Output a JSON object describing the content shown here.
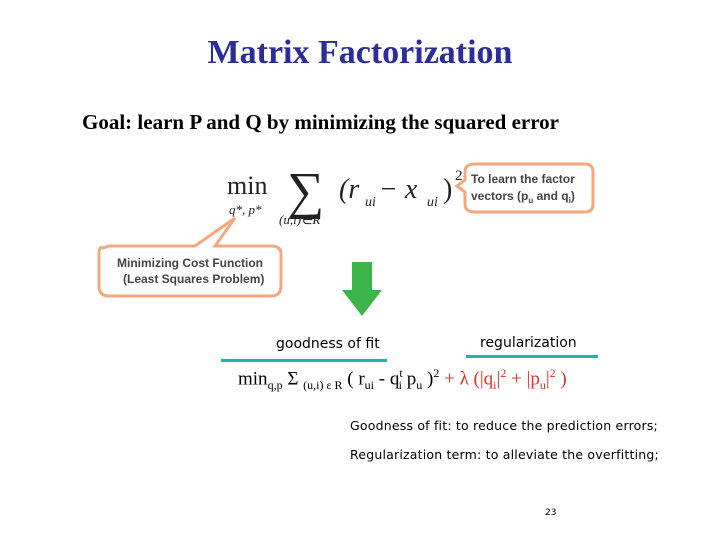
{
  "slide": {
    "title": "Matrix Factorization",
    "goal": "Goal: learn P and Q by minimizing the squared error",
    "formula": {
      "min": "min",
      "under_min": "q*, p*",
      "sigma": "∑",
      "sum_index": "(u,i)∈R",
      "body": "(r",
      "r_sub": "ui",
      "minus": " − x",
      "x_sub": "ui",
      "close": ")",
      "exp": "2"
    },
    "callout_right": {
      "line1": "To learn the factor",
      "line2": "vectors (p",
      "sub_u": "u",
      "and": " and q",
      "sub_i": "i",
      "end": ")"
    },
    "callout_left": {
      "line1": "Minimizing Cost Function",
      "line2": "(Least Squares Problem)"
    },
    "goodness_label": "goodness of fit",
    "regularization_label": "regularization",
    "equation": {
      "min": "min",
      "min_sub": "q,p",
      "sigma": " Σ ",
      "sigma_sub": "(u,i) ε R",
      "open": " ( r",
      "r_sub": "ui",
      "minus": "  -  q",
      "q_sup": "t",
      "q_sub": "i",
      "p": "  p",
      "p_sub": "u",
      "close": " )",
      "sq": "2",
      "plus": " + ",
      "lambda": "λ",
      "reg_open": "  (|q",
      "q2_sub": "i",
      "reg_mid_bar": "|",
      "reg_sq1": "2",
      "reg_plus": " + |p",
      "p2_sub": "u",
      "reg_bar2": "|",
      "reg_sq2": "2",
      "reg_close": " )"
    },
    "notes": [
      "Goodness of fit:  to reduce the prediction errors;",
      "Regularization term:  to alleviate the overfitting;"
    ],
    "page_number": "23",
    "colors": {
      "title": "#2c2c9a",
      "teal": "#19b6ae",
      "arrow": "#3cb44b",
      "callout_border": "#f0a070",
      "red": "#e0302a"
    }
  }
}
